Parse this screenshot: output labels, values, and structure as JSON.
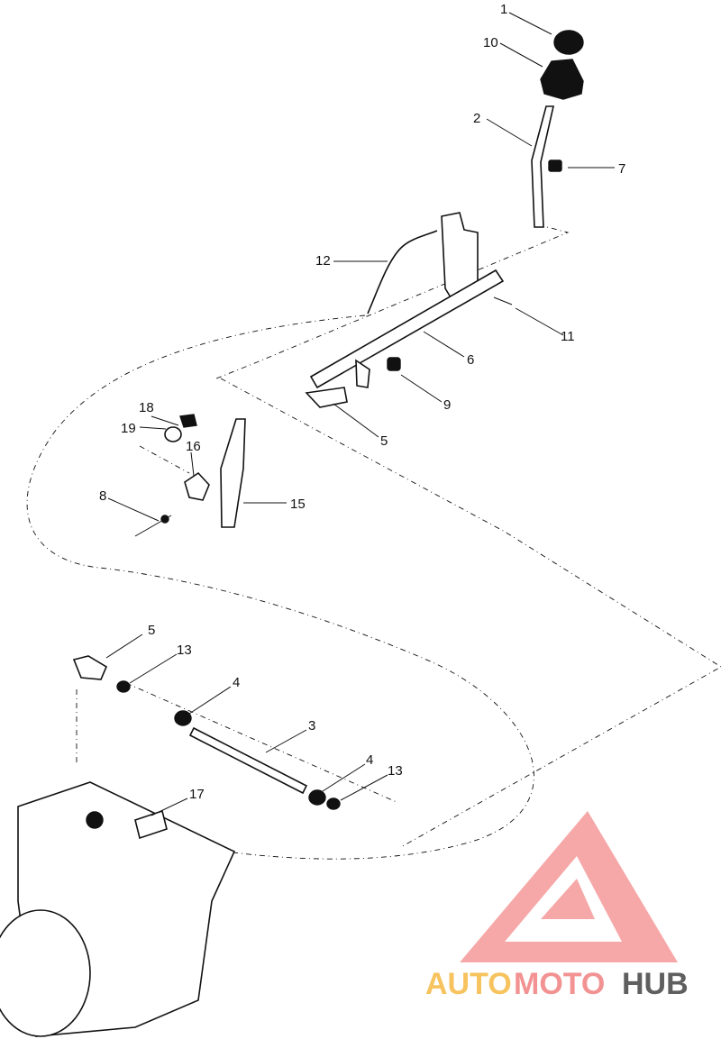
{
  "callouts": [
    {
      "id": "c1",
      "label": "1"
    },
    {
      "id": "c10",
      "label": "10"
    },
    {
      "id": "c2",
      "label": "2"
    },
    {
      "id": "c7",
      "label": "7"
    },
    {
      "id": "c12",
      "label": "12"
    },
    {
      "id": "c11",
      "label": "11"
    },
    {
      "id": "c6",
      "label": "6"
    },
    {
      "id": "c9",
      "label": "9"
    },
    {
      "id": "c5a",
      "label": "5"
    },
    {
      "id": "c18",
      "label": "18"
    },
    {
      "id": "c19",
      "label": "19"
    },
    {
      "id": "c16",
      "label": "16"
    },
    {
      "id": "c8",
      "label": "8"
    },
    {
      "id": "c15",
      "label": "15"
    },
    {
      "id": "c5b",
      "label": "5"
    },
    {
      "id": "c13a",
      "label": "13"
    },
    {
      "id": "c4a",
      "label": "4"
    },
    {
      "id": "c3",
      "label": "3"
    },
    {
      "id": "c4b",
      "label": "4"
    },
    {
      "id": "c13b",
      "label": "13"
    },
    {
      "id": "c17",
      "label": "17"
    }
  ],
  "watermark": {
    "part1": "AUTO",
    "part2": "MOTO",
    "part3": "HUB",
    "color1": "#f5b942",
    "color2": "#f08080",
    "color3": "#444444"
  },
  "colors": {
    "line": "#111111",
    "logo_mark": "#f59a9a"
  }
}
